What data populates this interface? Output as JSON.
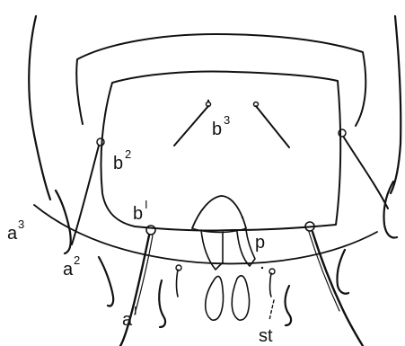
{
  "labels": {
    "a3": {
      "base": "a",
      "sup": "3"
    },
    "a2": {
      "base": "a",
      "sup": "2"
    },
    "a1": {
      "base": "a",
      "sup": "I"
    },
    "b1": {
      "base": "b",
      "sup": "I"
    },
    "b2": {
      "base": "b",
      "sup": "2"
    },
    "b3": {
      "base": "b",
      "sup": "3"
    },
    "p": "p",
    "st": "st"
  }
}
